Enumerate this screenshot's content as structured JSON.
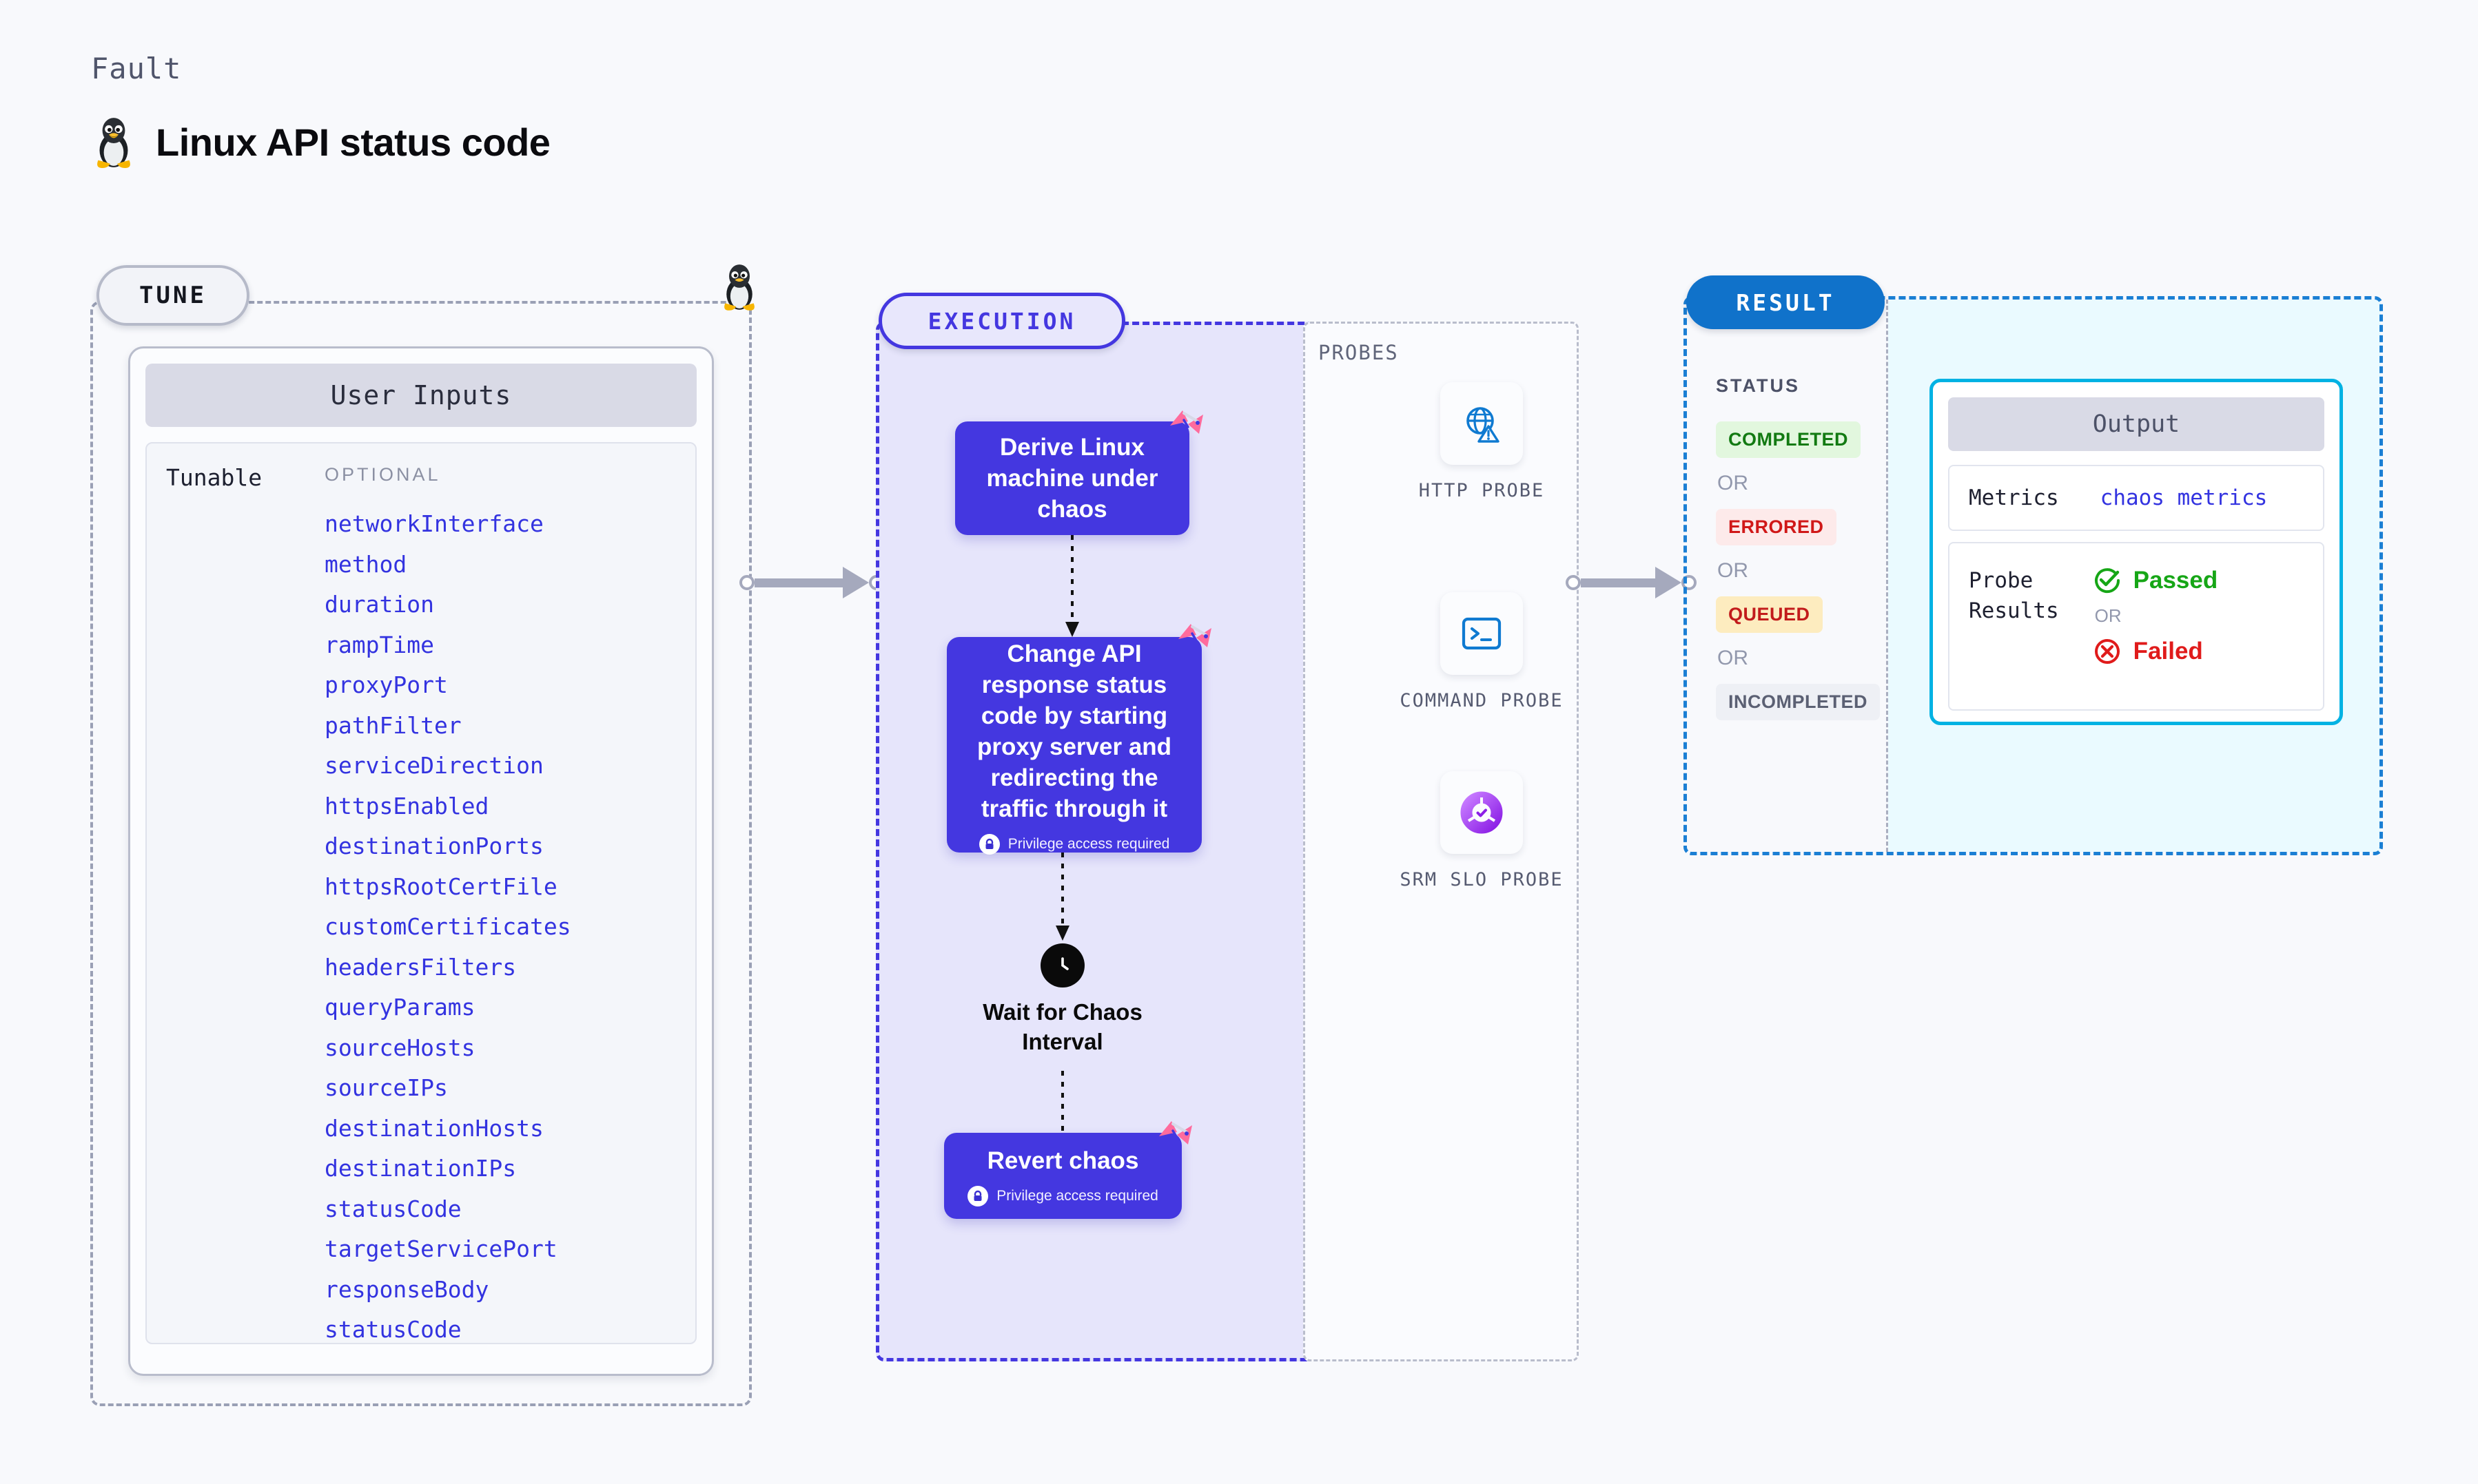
{
  "header": {
    "kicker": "Fault",
    "title": "Linux API status code",
    "os_icon": "linux-penguin-icon"
  },
  "tune": {
    "badge": "TUNE",
    "card_title": "User Inputs",
    "row_label": "Tunable",
    "group_label": "OPTIONAL",
    "params": [
      "networkInterface",
      "method",
      "duration",
      "rampTime",
      "proxyPort",
      "pathFilter",
      "serviceDirection",
      "httpsEnabled",
      "destinationPorts",
      "httpsRootCertFile",
      "customCertificates",
      "headersFilters",
      "queryParams",
      "sourceHosts",
      "sourceIPs",
      "destinationHosts",
      "destinationIPs",
      "statusCode",
      "targetServicePort",
      "responseBody",
      "statusCode"
    ]
  },
  "execution": {
    "badge": "EXECUTION",
    "nodes": [
      {
        "title": "Derive Linux machine under chaos",
        "privilege": null
      },
      {
        "title": "Change API response status code by starting proxy server and redirecting the traffic through it",
        "privilege": "Privilege access required"
      },
      {
        "title": "Revert chaos",
        "privilege": "Privilege access required"
      }
    ],
    "wait_label": "Wait for Chaos Interval",
    "wait_icon": "clock-icon"
  },
  "probes": {
    "title": "PROBES",
    "items": [
      {
        "label": "HTTP PROBE",
        "icon": "globe-warning-icon"
      },
      {
        "label": "COMMAND PROBE",
        "icon": "terminal-icon"
      },
      {
        "label": "SRM SLO PROBE",
        "icon": "slo-donut-check-icon"
      }
    ]
  },
  "result": {
    "badge": "RESULT",
    "status_title": "STATUS",
    "or": "OR",
    "statuses": [
      {
        "label": "COMPLETED",
        "color": "#127a12",
        "bg": "#e2f7de"
      },
      {
        "label": "ERRORED",
        "color": "#d01818",
        "bg": "#fdeaea"
      },
      {
        "label": "QUEUED",
        "color": "#c21b1b",
        "bg": "#fdecbf"
      },
      {
        "label": "INCOMPLETED",
        "color": "#5b6073",
        "bg": "#eef0f5"
      }
    ],
    "output": {
      "title": "Output",
      "metrics_key": "Metrics",
      "metrics_value": "chaos metrics",
      "probe_results_key": "Probe Results",
      "passed": "Passed",
      "failed": "Failed",
      "passed_color": "#16a616",
      "failed_color": "#e01b1b",
      "passed_icon": "check-circle-icon",
      "failed_icon": "x-circle-icon"
    }
  },
  "colors": {
    "accent_purple": "#4437e0",
    "accent_blue": "#1072ca",
    "accent_cyan": "#00b2e3",
    "chaos_pink": "#ff6b9d",
    "page_bg": "#f8f9fc"
  }
}
